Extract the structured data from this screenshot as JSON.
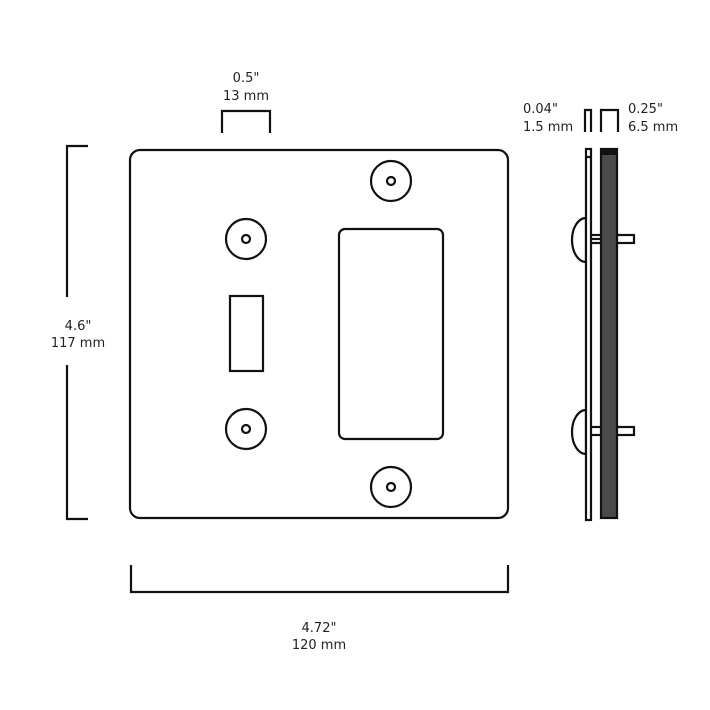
{
  "dimensions": {
    "toggle_width": {
      "imperial": "0.5\"",
      "metric": "13 mm"
    },
    "height": {
      "imperial": "4.6\"",
      "metric": "117 mm"
    },
    "width": {
      "imperial": "4.72\"",
      "metric": "120 mm"
    },
    "plate_thickness": {
      "imperial": "0.04\"",
      "metric": "1.5 mm"
    },
    "depth": {
      "imperial": "0.25\"",
      "metric": "6.5 mm"
    }
  },
  "colors": {
    "line": "#111111",
    "backplate": "#4a4a4a"
  }
}
